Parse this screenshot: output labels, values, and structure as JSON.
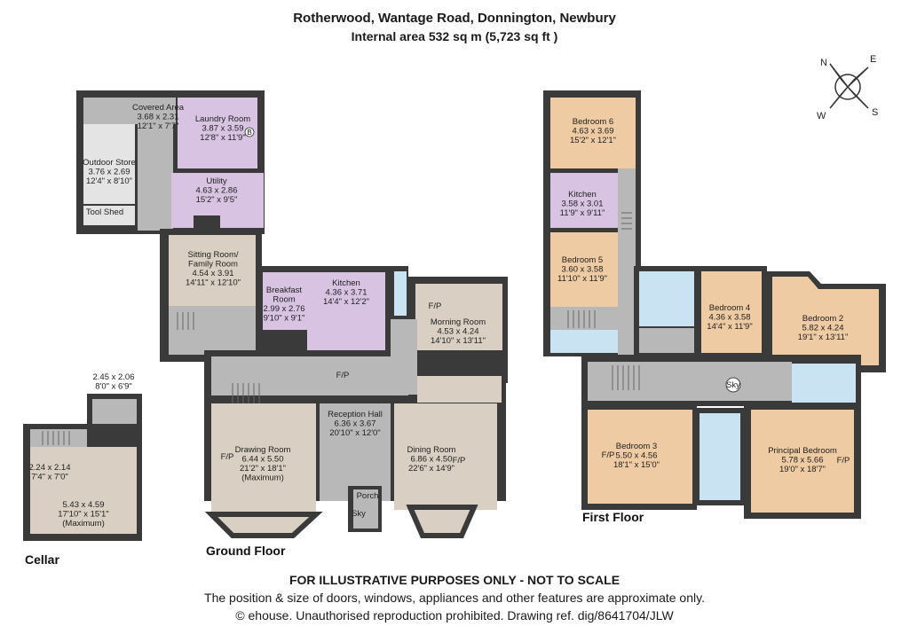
{
  "header": {
    "address": "Rotherwood, Wantage Road, Donnington, Newbury",
    "area": "Internal area 532 sq m (5,723 sq ft )"
  },
  "compass": {
    "n": "N",
    "e": "E",
    "s": "S",
    "w": "W"
  },
  "floors": {
    "cellar": "Cellar",
    "ground": "Ground Floor",
    "first": "First Floor"
  },
  "rooms": {
    "covered_area": [
      "Covered Area",
      "3.68 x 2.31",
      "12'1\" x 7'7\""
    ],
    "laundry": [
      "Laundry Room",
      "3.87 x 3.59",
      "12'8\" x 11'9\""
    ],
    "outdoor_store": [
      "Outdoor Store",
      "3.76 x 2.69",
      "12'4\" x 8'10\""
    ],
    "utility": [
      "Utility",
      "4.63 x 2.86",
      "15'2\" x 9'5\""
    ],
    "tool_shed": [
      "Tool Shed"
    ],
    "sitting_room": [
      "Sitting Room/",
      "Family Room",
      "4.54 x 3.91",
      "14'11\" x 12'10\""
    ],
    "breakfast": [
      "Breakfast",
      "Room",
      "2.99 x 2.76",
      "9'10\" x 9'1\""
    ],
    "kitchen_gf": [
      "Kitchen",
      "4.36 x 3.71",
      "14'4\" x 12'2\""
    ],
    "morning_room": [
      "Morning Room",
      "4.53 x 4.24",
      "14'10\" x 13'11\""
    ],
    "reception_hall": [
      "Reception Hall",
      "6.36 x 3.67",
      "20'10\" x 12'0\""
    ],
    "drawing_room": [
      "Drawing Room",
      "6.44 x 5.50",
      "21'2\" x 18'1\"",
      "(Maximum)"
    ],
    "dining_room": [
      "Dining Room",
      "6.86 x 4.50",
      "22'6\" x 14'9\""
    ],
    "porch": [
      "Porch"
    ],
    "cellar_a": [
      "2.45 x 2.06",
      "8'0\" x 6'9\""
    ],
    "cellar_b": [
      "2.24 x 2.14",
      "7'4\" x 7'0\""
    ],
    "cellar_main": [
      "5.43 x 4.59",
      "17'10\" x 15'1\"",
      "(Maximum)"
    ],
    "bedroom6": [
      "Bedroom 6",
      "4.63 x 3.69",
      "15'2\" x 12'1\""
    ],
    "kitchen_ff": [
      "Kitchen",
      "3.58 x 3.01",
      "11'9\" x 9'11\""
    ],
    "bedroom5": [
      "Bedroom 5",
      "3.60 x 3.58",
      "11'10\" x 11'9\""
    ],
    "bedroom4": [
      "Bedroom 4",
      "4.36 x 3.58",
      "14'4\" x 11'9\""
    ],
    "bedroom2": [
      "Bedroom 2",
      "5.82 x 4.24",
      "19'1\" x 13'11\""
    ],
    "bedroom3": [
      "Bedroom 3",
      "5.50 x 4.56",
      "18'1\" x 15'0\""
    ],
    "principal": [
      "Principal Bedroom",
      "5.78 x 5.66",
      "19'0\" x 18'7\""
    ]
  },
  "marks": {
    "fp": "F/P",
    "sky": "Sky",
    "boiler": "B"
  },
  "footer": {
    "line1": "FOR ILLUSTRATIVE PURPOSES ONLY - NOT TO SCALE",
    "line2": "The position & size of doors, windows, appliances and other features are approximate only.",
    "line3": "© ehouse. Unauthorised reproduction prohibited. Drawing ref. dig/8641704/JLW"
  },
  "colors": {
    "wall": "#3a3a3a",
    "grey": "#b8b8b8",
    "service": "#d8c3e3",
    "living": "#d9cfc2",
    "bedroom": "#eecba2",
    "bath": "#c9e3f2",
    "store": "#e4e4e4"
  }
}
